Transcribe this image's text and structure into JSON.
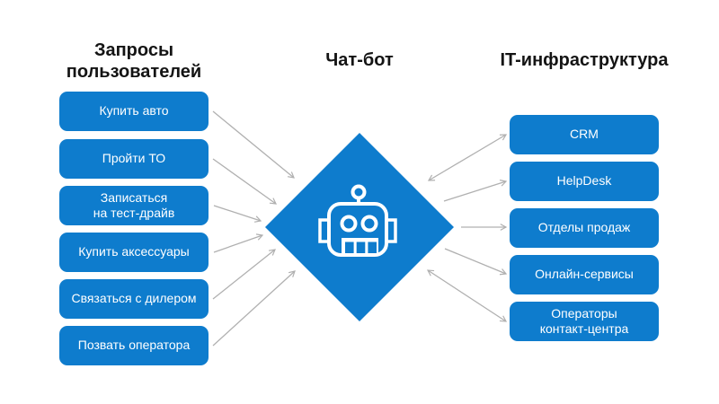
{
  "colors": {
    "accent_blue": "#0e7ccd",
    "arrow_gray": "#b0b0b0",
    "heading_text": "#141414",
    "node_text": "#ffffff",
    "background": "#ffffff"
  },
  "columns": {
    "left": {
      "title": "Запросы\nпользователей",
      "items": [
        {
          "label": "Купить авто"
        },
        {
          "label": "Пройти ТО"
        },
        {
          "label": "Записаться\nна тест-драйв"
        },
        {
          "label": "Купить аксессуары"
        },
        {
          "label": "Связаться с дилером"
        },
        {
          "label": "Позвать оператора"
        }
      ]
    },
    "center": {
      "title": "Чат-бот",
      "icon": "robot-icon",
      "shape": "diamond"
    },
    "right": {
      "title": "IT-инфраструктура",
      "items": [
        {
          "label": "CRM"
        },
        {
          "label": "HelpDesk"
        },
        {
          "label": "Отделы продаж"
        },
        {
          "label": "Онлайн-сервисы"
        },
        {
          "label": "Операторы\nконтакт-центра"
        }
      ]
    }
  },
  "connections": [
    {
      "from": "Купить авто",
      "to": "Чат-бот",
      "arrow": "single"
    },
    {
      "from": "Пройти ТО",
      "to": "Чат-бот",
      "arrow": "single"
    },
    {
      "from": "Записаться на тест-драйв",
      "to": "Чат-бот",
      "arrow": "single"
    },
    {
      "from": "Купить аксессуары",
      "to": "Чат-бот",
      "arrow": "single"
    },
    {
      "from": "Связаться с дилером",
      "to": "Чат-бот",
      "arrow": "single"
    },
    {
      "from": "Позвать оператора",
      "to": "Чат-бот",
      "arrow": "single"
    },
    {
      "from": "Чат-бот",
      "to": "CRM",
      "arrow": "double"
    },
    {
      "from": "Чат-бот",
      "to": "HelpDesk",
      "arrow": "single"
    },
    {
      "from": "Чат-бот",
      "to": "Отделы продаж",
      "arrow": "single"
    },
    {
      "from": "Чат-бот",
      "to": "Онлайн-сервисы",
      "arrow": "single"
    },
    {
      "from": "Чат-бот",
      "to": "Операторы контакт-центра",
      "arrow": "double"
    }
  ]
}
